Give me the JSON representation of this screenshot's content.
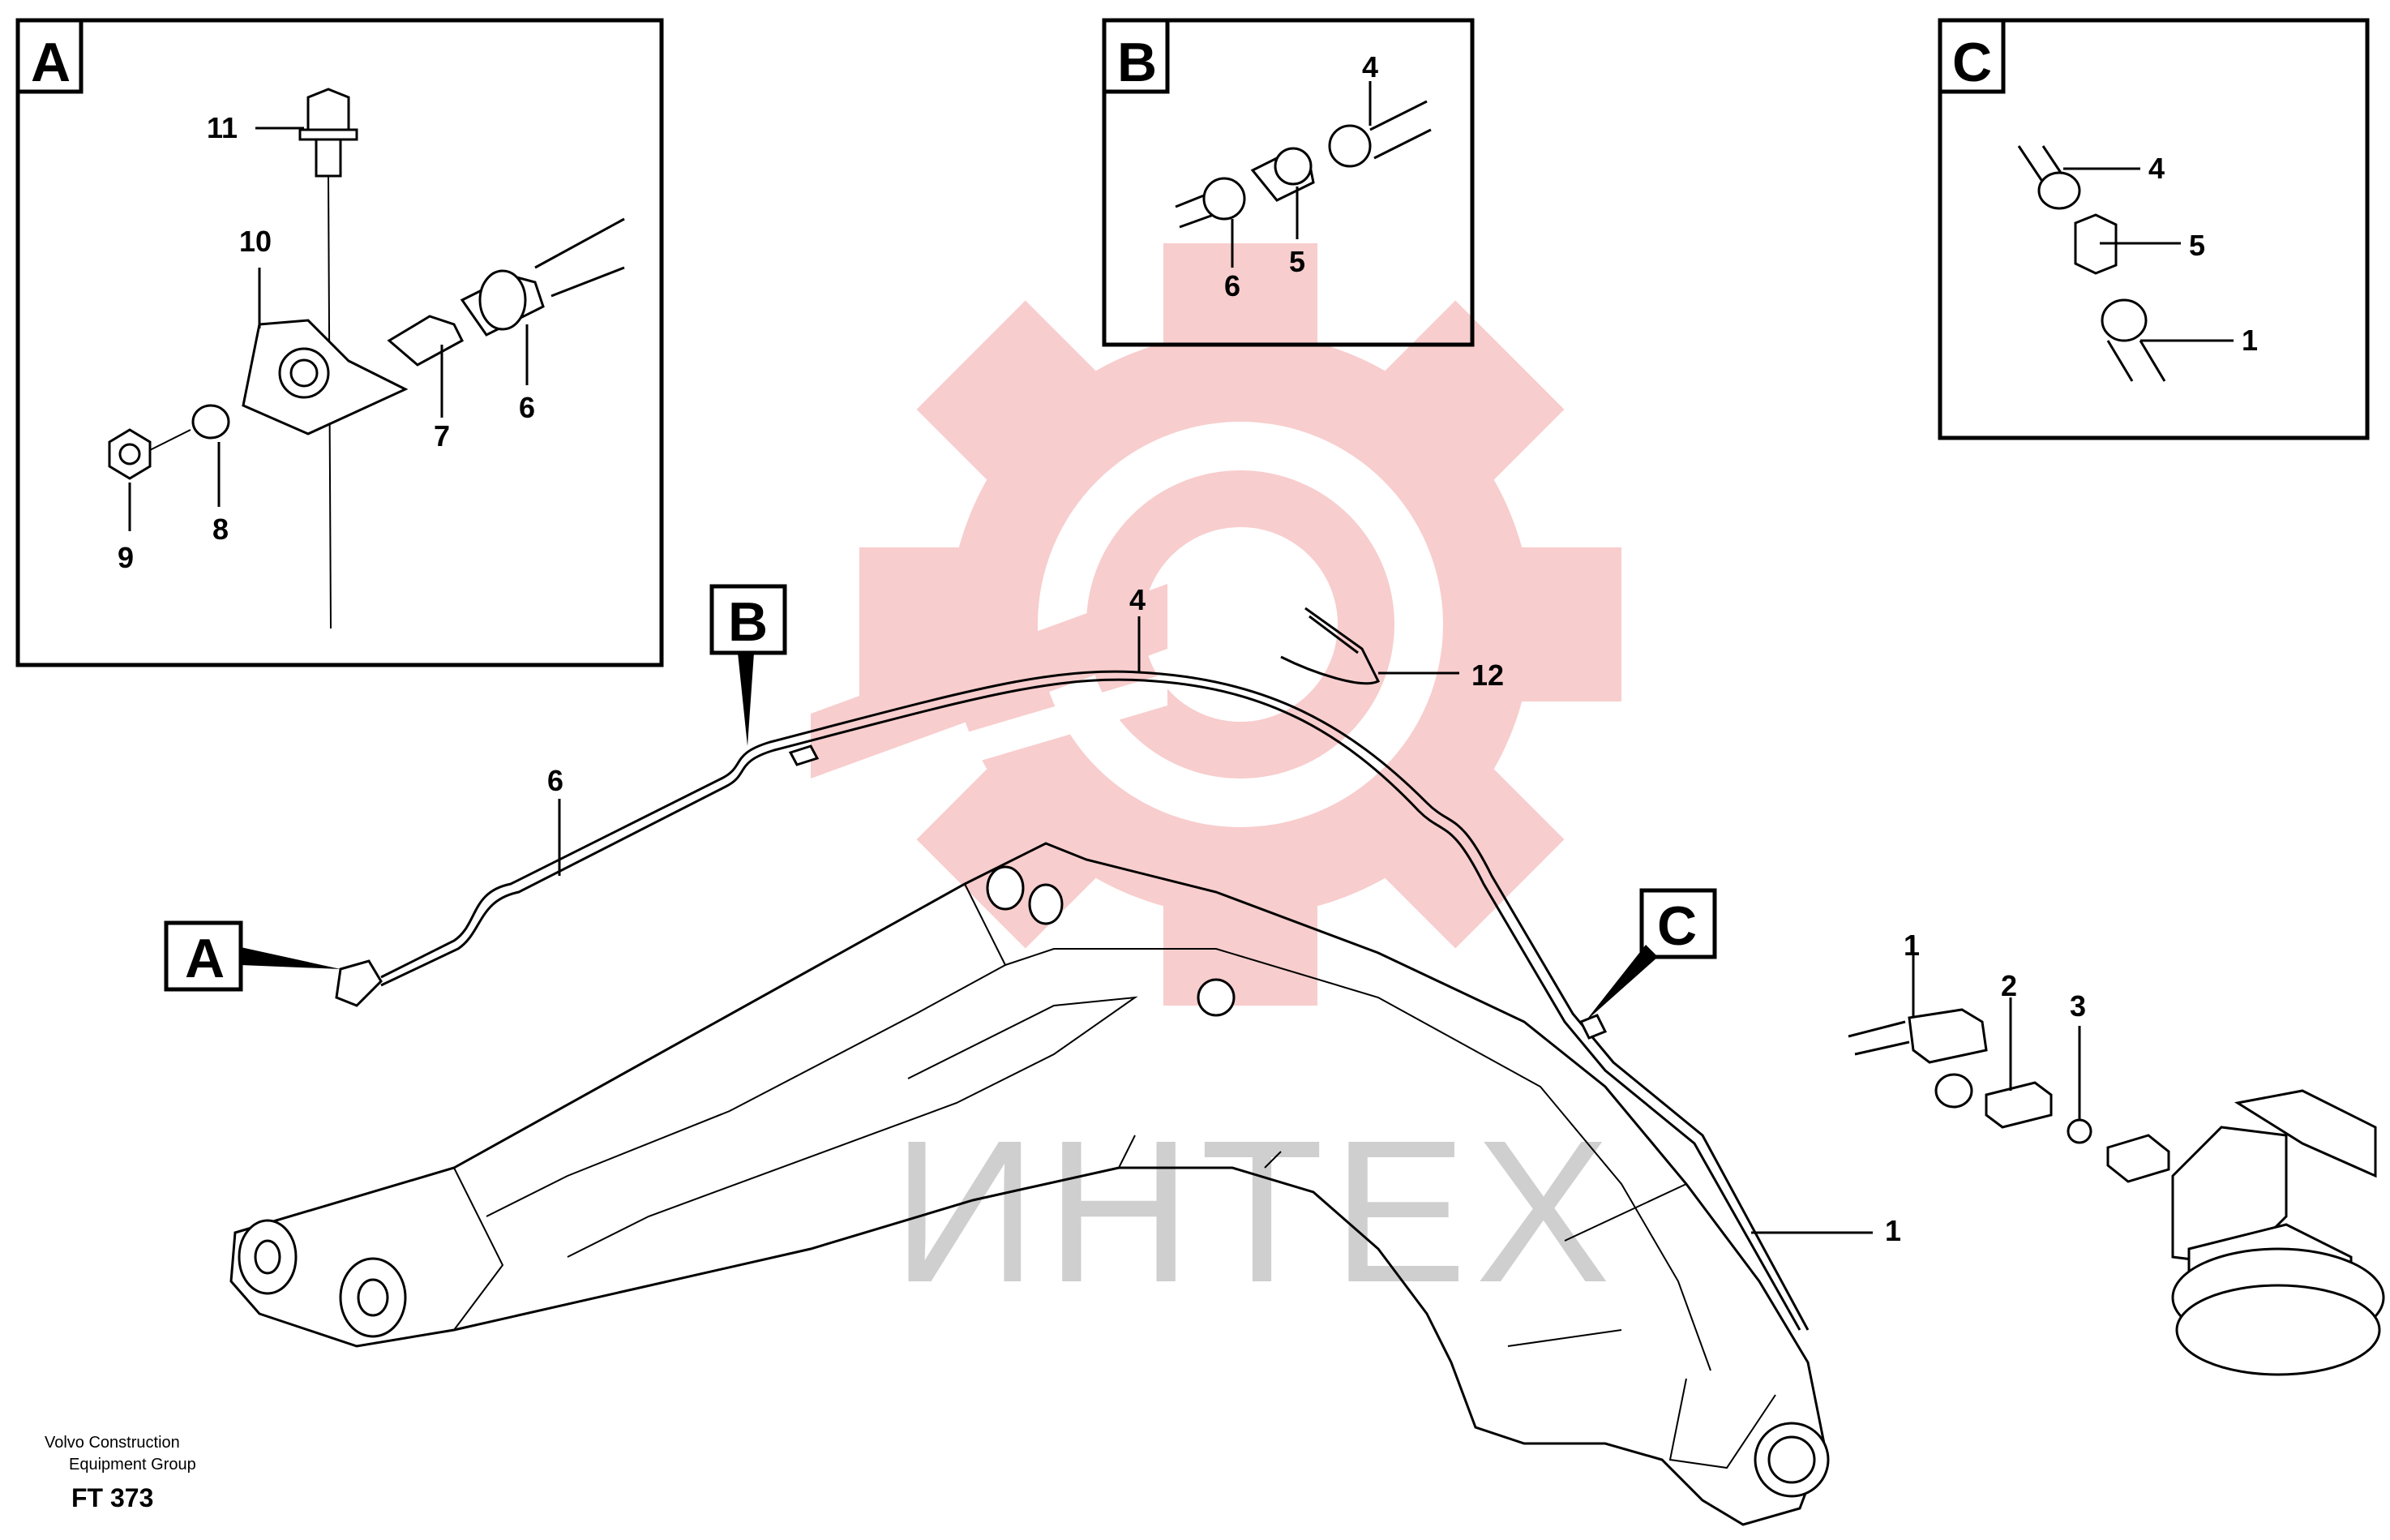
{
  "callouts": {
    "A": "A",
    "B": "B",
    "C": "C"
  },
  "parts": {
    "p1": "1",
    "p2": "2",
    "p3": "3",
    "p4": "4",
    "p5": "5",
    "p6": "6",
    "p7": "7",
    "p8": "8",
    "p9": "9",
    "p10": "10",
    "p11": "11",
    "p12": "12"
  },
  "footer": {
    "company_line1": "Volvo Construction",
    "company_line2": "Equipment Group",
    "code": "FT 373"
  },
  "watermark": {
    "text": "ИНТЕХ",
    "color": "#f4a6a6"
  },
  "icons": [
    "gear-watermark-icon",
    "callout-arrow-icon"
  ]
}
